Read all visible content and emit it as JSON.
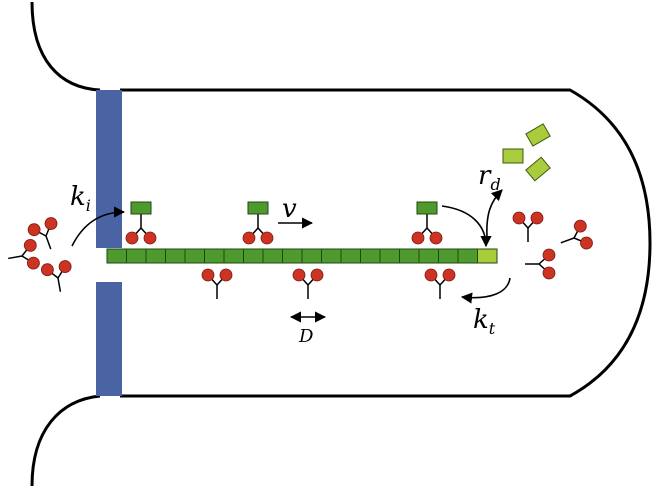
{
  "labels": {
    "k_i": {
      "main": "k",
      "sub": "i"
    },
    "v": "v",
    "D": "D",
    "r_d": {
      "main": "r",
      "sub": "d"
    },
    "k_t": {
      "main": "k",
      "sub": "t"
    }
  },
  "colors": {
    "outline": "#000000",
    "pore": "#4a63a3",
    "filament": "#4e9a2f",
    "filament_edge": "#1e4a10",
    "tip_subunit": "#a9cc3c",
    "free_subunit": "#a9cc3c",
    "subunit_edge": "#3d5a12",
    "protein_dot": "#cc3322",
    "protein_dot_edge": "#7a1a12"
  },
  "filament": {
    "subunits": 20
  },
  "icons": [
    "arrow-icon",
    "double-arrow-icon",
    "y-protein-icon",
    "subunit-square-icon"
  ]
}
